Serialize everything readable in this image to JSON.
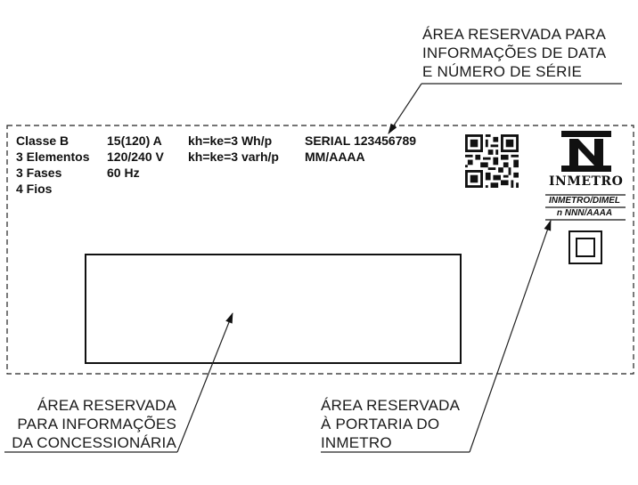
{
  "annotations": {
    "top_right": [
      "ÁREA RESERVADA PARA",
      "INFORMAÇÕES DE DATA",
      "E NÚMERO DE SÉRIE"
    ],
    "bottom_left": [
      "ÁREA RESERVADA",
      "PARA INFORMAÇÕES",
      "DA CONCESSIONÁRIA"
    ],
    "bottom_right": [
      "ÁREA RESERVADA",
      "À PORTARIA DO",
      "INMETRO"
    ]
  },
  "specs": {
    "col1": [
      "Classe B",
      "3 Elementos",
      "3 Fases",
      "4 Fios"
    ],
    "col2": [
      "15(120) A",
      "120/240 V",
      "60 Hz"
    ],
    "col3": [
      "kh=ke=3 Wh/p",
      "kh=ke=3 varh/p"
    ],
    "col4": [
      "SERIAL 123456789",
      "MM/AAAA"
    ]
  },
  "inmetro": {
    "logo_icon": "inmetro-n-logo",
    "brand": "INMETRO",
    "portaria_line1": "INMETRO/DIMEL",
    "portaria_line2": "n NNN/AAAA"
  },
  "icons": {
    "qr": "qr-code-icon",
    "double_square": "double-insulation-icon"
  },
  "colors": {
    "ink": "#111111",
    "note": "#1a1a1a",
    "background": "#ffffff"
  }
}
